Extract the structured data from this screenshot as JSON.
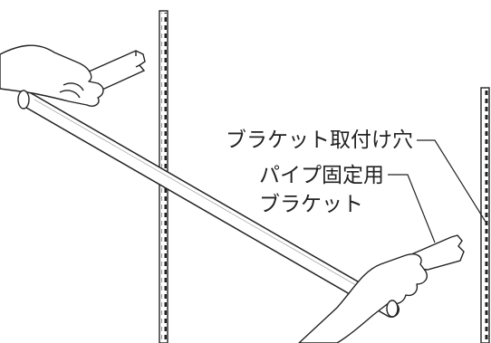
{
  "labels": {
    "bracket_slot": "ブラケット取付け穴",
    "pipe_bracket_line1": "パイプ固定用",
    "pipe_bracket_line2": "ブラケット"
  },
  "colors": {
    "line": "#222222",
    "background": "#ffffff"
  }
}
